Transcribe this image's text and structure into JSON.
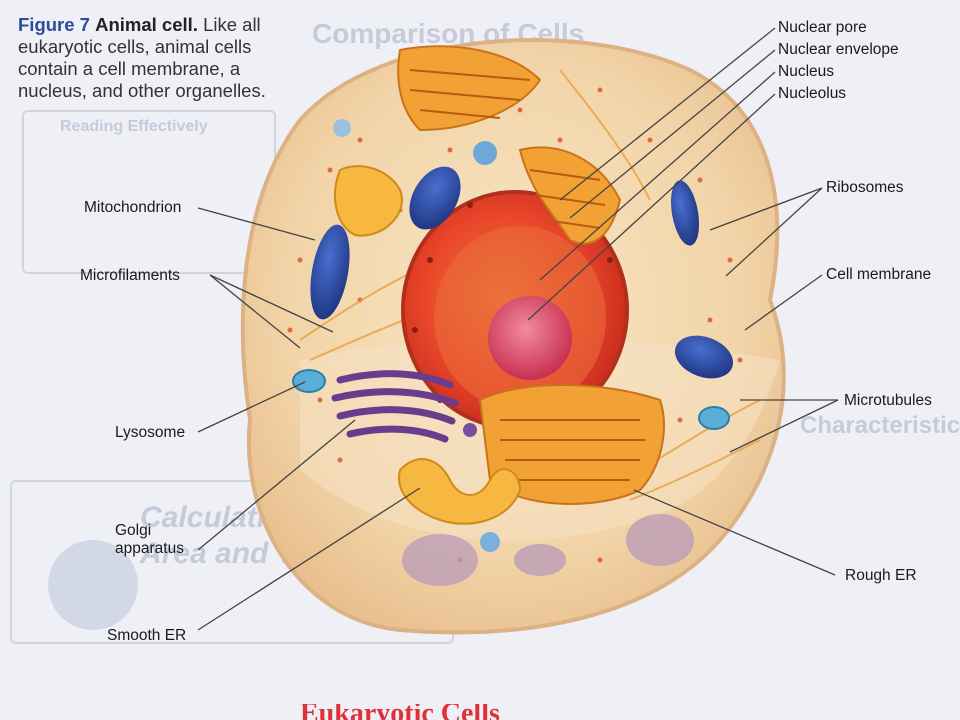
{
  "caption": {
    "figure_number": "Figure 7",
    "title": "Animal cell.",
    "text": "Like all eukaryotic cells, animal cells contain a cell membrane, a nucleus, and other organelles."
  },
  "labels": {
    "nuclear_pore": "Nuclear pore",
    "nuclear_envelope": "Nuclear envelope",
    "nucleus": "Nucleus",
    "nucleolus": "Nucleolus",
    "ribosomes": "Ribosomes",
    "cell_membrane": "Cell membrane",
    "microtubules": "Microtubules",
    "rough_er": "Rough ER",
    "mitochondrion": "Mitochondrion",
    "microfilaments": "Microfilaments",
    "lysosome": "Lysosome",
    "golgi_apparatus": "Golgi\napparatus",
    "smooth_er": "Smooth ER"
  },
  "background": {
    "heading": "Comparison of Cells",
    "section_heading": "Characteristics",
    "sidebar_heading": "Reading Effectively",
    "math_heading": "Calculating Surface Area and Volume",
    "footer_title": "Eukaryotic Cells"
  },
  "colors": {
    "cytoplasm": "#f4dcb6",
    "nucleus": "#e8452a",
    "nucleolus": "#d8485e",
    "mitochondria": "#2c4aa8",
    "golgi": "#6a3d8c",
    "er": "#f0a030",
    "caption_accent": "#2a4d9c",
    "footer": "#e0303a"
  }
}
